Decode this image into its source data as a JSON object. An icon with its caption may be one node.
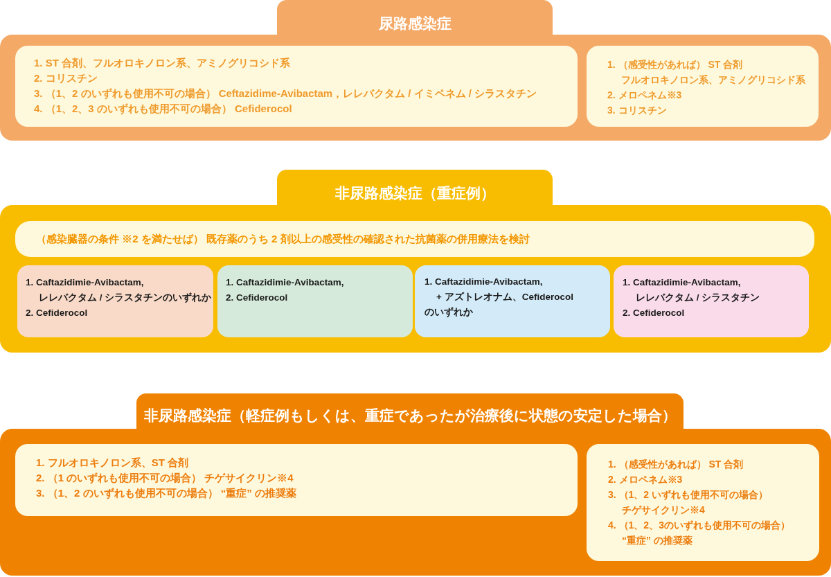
{
  "diagram": {
    "nodes": [
      {
        "text": [
          "尿路感染症"
        ]
      },
      {
        "text": [
          "1. ST 合剤、フルオロキノロン系、アミノグリコシド系",
          "2. コリスチン",
          "3. （1、2 のいずれも使用不可の場合） Ceftazidime-Avibactam，レレバクタム / イミペネム / シラスタチン",
          "4. （1、2、3 のいずれも使用不可の場合） Cefiderocol"
        ],
        "in": 0
      },
      {
        "text": [
          "1. （感受性があれば） ST 合剤フルオロキノロン系、アミノグリコシド系",
          "2. メロペネム※3",
          "3. コリスチン"
        ],
        "in": 0
      },
      {
        "text": [
          "非尿路感染症（重症例）"
        ]
      },
      {
        "text": [
          "（感染臓器の条件 ※2 を満たせば） 既存薬のうち 2 剤以上の感受性の確認された抗菌薬の併用療法を検討"
        ],
        "in": 3
      },
      {
        "text": [
          "1. Caftazidimie-Avibactam, レレバクタム / シラスタチンのいずれか",
          "2. Cefiderocol"
        ],
        "in": 3
      },
      {
        "text": [
          "1. Caftazidimie-Avibactam,",
          "2. Cefiderocol"
        ],
        "in": 3
      },
      {
        "text": [
          "1. Caftazidimie-Avibactam, + アズトレオナム、Cefiderocol のいずれか"
        ],
        "in": 3
      },
      {
        "text": [
          "1. Caftazidimie-Avibactam, レレバクタム / シラスタチン",
          "2. Cefiderocol"
        ],
        "in": 3
      },
      {
        "text": [
          "非尿路感染症（軽症例もしくは、重症であったが治療後に状態の安定した場合）"
        ]
      },
      {
        "text": [
          "1. フルオロキノロン系、ST 合剤",
          "2. （1 のいずれも使用不可の場合） チゲサイクリン※4",
          "3. （1、2 のいずれも使用不可の場合） “重症” の推奨薬"
        ],
        "in": 9
      },
      {
        "text": [
          "1. （感受性があれば） ST 合剤",
          "2. メロペネム※3",
          "3. （1、2 いずれも使用不可の場合）チゲサイクリン※4",
          "4. （1、2、3のいずれも使用不可の場合） “重症” の推奨薬"
        ],
        "in": 9
      }
    ]
  }
}
